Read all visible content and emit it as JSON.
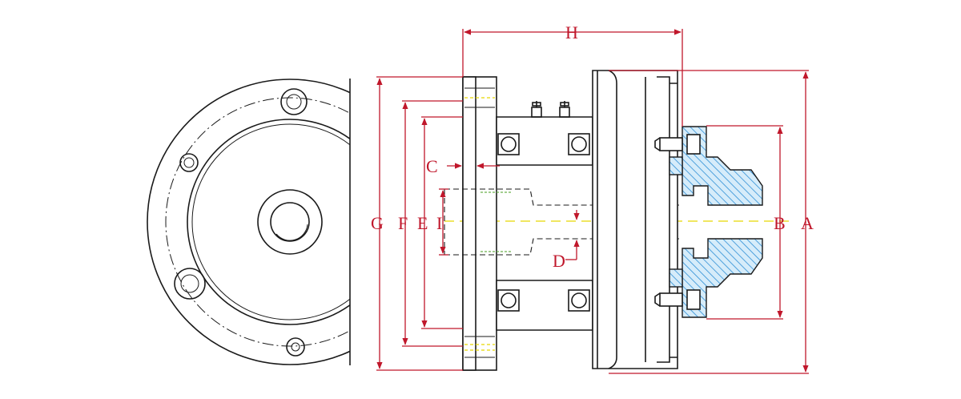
{
  "colors": {
    "dimension": "#c0172b",
    "outline": "#1a1a1a",
    "centerline": "#e8d800",
    "section_hatch": "#2e8fd6",
    "section_fill": "#d6ecfa"
  },
  "labels": {
    "A": "A",
    "B": "B",
    "C": "C",
    "D": "D",
    "E": "E",
    "F": "F",
    "G": "G",
    "H": "H",
    "I": "I"
  }
}
